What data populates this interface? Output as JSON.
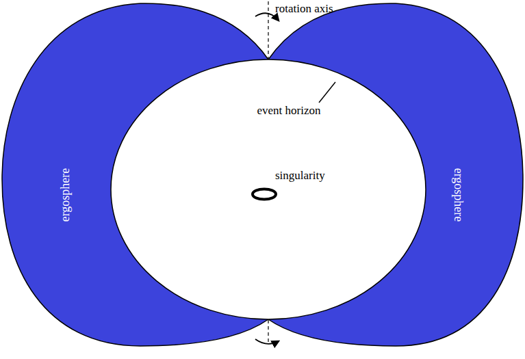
{
  "diagram": {
    "labels": [
      "rotation axis",
      "event horizon",
      "singularity",
      "ergosphere",
      "ergosphere"
    ]
  }
}
